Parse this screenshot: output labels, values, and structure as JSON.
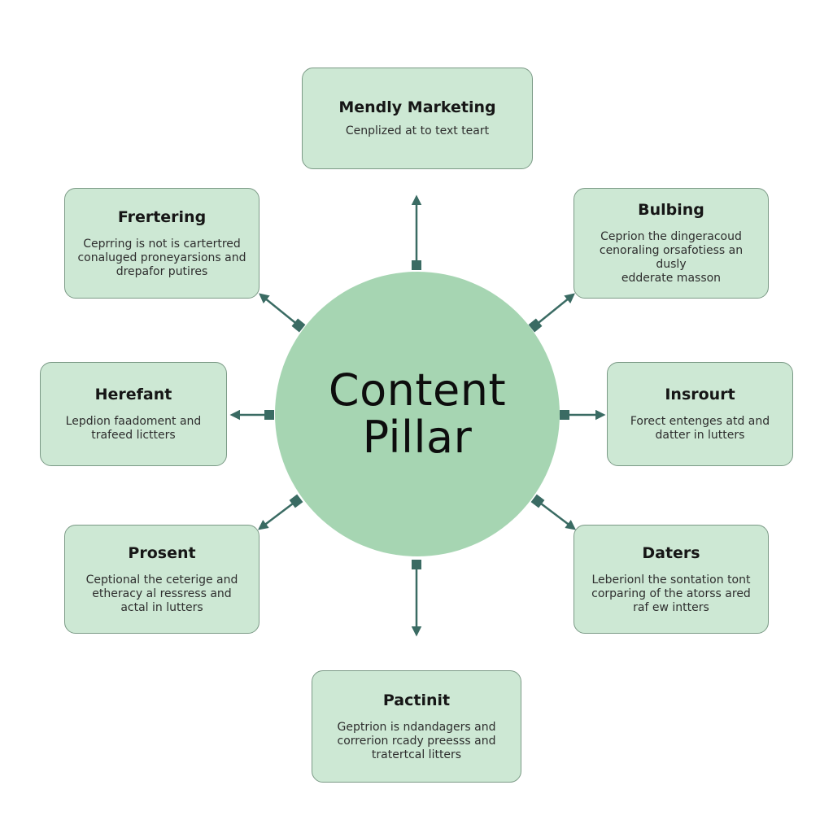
{
  "center": {
    "title": "Content\nPillar"
  },
  "colors": {
    "center_fill": "#a6d5b2",
    "card_fill": "#cde8d4",
    "card_border": "#7b9a86",
    "connector": "#3a6b63"
  },
  "nodes": [
    {
      "id": "top",
      "title": "Mendly Marketing",
      "desc": "Cenplized at to text teart"
    },
    {
      "id": "upper-left",
      "title": "Frertering",
      "desc": "Ceprring is not is cartertred\nconaluged proneyarsions and\ndrepafor putires"
    },
    {
      "id": "upper-right",
      "title": "Bulbing",
      "desc": "Ceprion the dingeracoud\ncenoraling orsafotiess an dusly\nedderate masson"
    },
    {
      "id": "middle-left",
      "title": "Herefant",
      "desc": "Lepdion faadoment and\ntrafeed lictters"
    },
    {
      "id": "middle-right",
      "title": "Insrourt",
      "desc": "Forect entenges atd and\ndatter in lutters"
    },
    {
      "id": "lower-left",
      "title": "Prosent",
      "desc": "Ceptional the ceterige and\netheracy al ressress and\nactal in lutters"
    },
    {
      "id": "lower-right",
      "title": "Daters",
      "desc": "Leberionl the sontation tont\ncorparing of the atorss ared\nraf ew intters"
    },
    {
      "id": "bottom",
      "title": "Pactinit",
      "desc": "Geptrion is ndandagers and\ncorrerion rcady preesss and\ntratertcal litters"
    }
  ]
}
